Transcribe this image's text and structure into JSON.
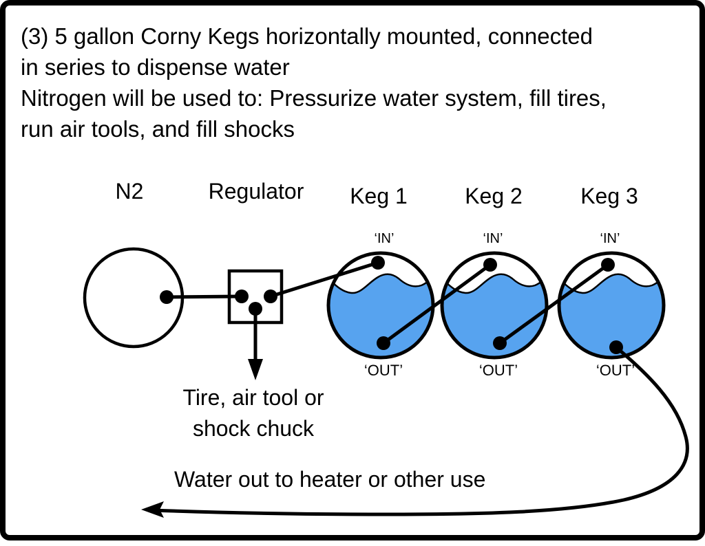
{
  "title": "(3) 5 gallon Corny Kegs horizontally mounted, connected\nin series to dispense water\nNitrogen will be used to: Pressurize water system, fill tires,\nrun air tools, and fill shocks",
  "labels": {
    "n2": "N2",
    "regulator": "Regulator",
    "tire_chuck": "Tire, air tool or\nshock chuck",
    "water_out": "Water out to heater or other use"
  },
  "kegs": [
    {
      "label": "Keg 1",
      "in": "‘IN’",
      "out": "‘OUT’"
    },
    {
      "label": "Keg 2",
      "in": "‘IN’",
      "out": "‘OUT’"
    },
    {
      "label": "Keg 3",
      "in": "‘IN’",
      "out": "‘OUT’"
    }
  ],
  "colors": {
    "water": "#57A3EF",
    "line": "#000000",
    "background": "#FFFFFF"
  }
}
